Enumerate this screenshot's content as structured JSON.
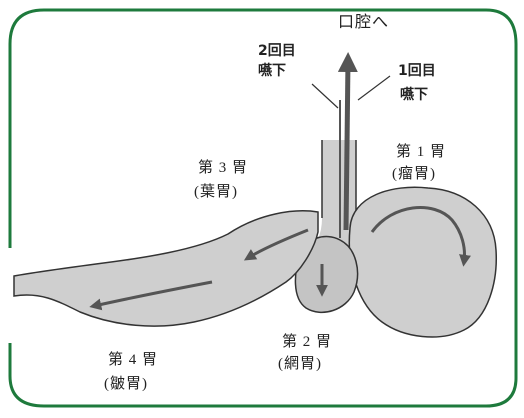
{
  "diagram": {
    "top_label": "口腔へ",
    "swallow_second": {
      "line1": "2回目",
      "line2": "嚥下"
    },
    "swallow_first": {
      "line1": "1回目",
      "line2": "嚥下"
    },
    "stomach1": {
      "name": "第 1 胃",
      "sub": "(瘤胃)"
    },
    "stomach2": {
      "name": "第 2 胃",
      "sub": "(網胃)"
    },
    "stomach3": {
      "name": "第 3 胃",
      "sub": "(葉胃)"
    },
    "stomach4": {
      "name": "第 4 胃",
      "sub": "(皺胃)"
    }
  },
  "colors": {
    "frame": "#1e7a3c",
    "organ_fill": "#cfcfcf",
    "organ_stroke": "#333333",
    "arrow": "#555555"
  }
}
